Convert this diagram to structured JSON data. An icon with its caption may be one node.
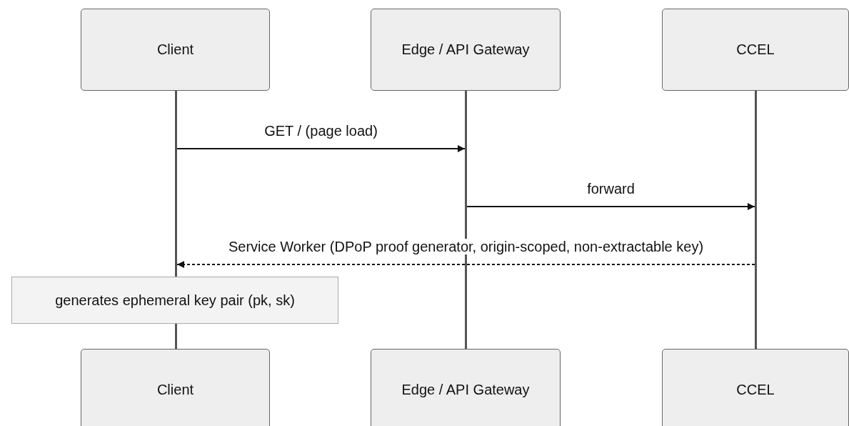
{
  "diagram": {
    "nodes": [
      {
        "text": [
          "Client"
        ]
      },
      {
        "text": [
          "Edge / API Gateway"
        ]
      },
      {
        "text": [
          "CCEL"
        ]
      },
      {
        "text": [],
        "shape": "bar"
      },
      {
        "text": [],
        "shape": "bar"
      },
      {
        "text": [],
        "shape": "bar"
      },
      {
        "text": [
          "generates ephemeral key pair (pk, sk)"
        ]
      },
      {
        "text": [
          "Client"
        ]
      },
      {
        "text": [
          "Edge / API Gateway"
        ]
      },
      {
        "text": [
          "CCEL"
        ]
      }
    ],
    "edges": [
      {
        "from": 3,
        "to": 4,
        "arrow": "to",
        "label": "GET / (page load)"
      },
      {
        "from": 4,
        "to": 5,
        "arrow": "to",
        "label": "forward"
      },
      {
        "from": 5,
        "to": 3,
        "arrow": "to",
        "label": "Service Worker (DPoP proof generator, origin-scoped, non-extractable key)",
        "style": "dashed"
      }
    ]
  }
}
